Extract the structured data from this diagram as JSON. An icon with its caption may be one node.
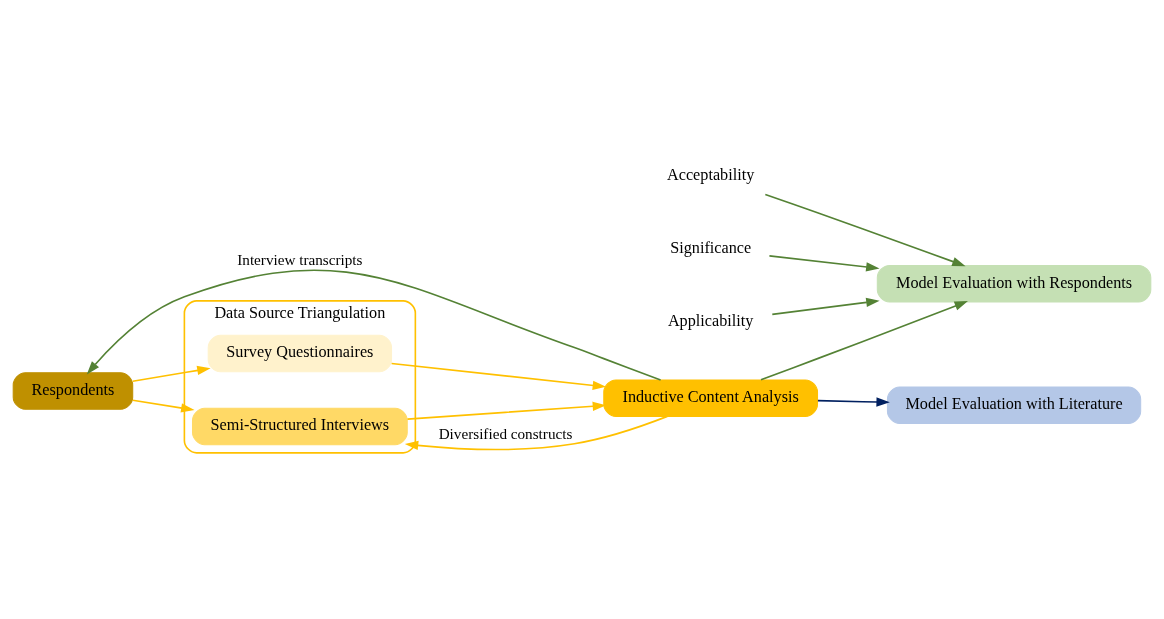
{
  "diagram": {
    "nodes": [
      {
        "text": [
          "Data Source Triangulation"
        ]
      },
      {
        "text": [
          "Survey Questionnaires"
        ],
        "in": 0
      },
      {
        "text": [
          "Semi-Structured Interviews"
        ],
        "in": 0
      },
      {
        "text": [
          "Inductive Content Analysis"
        ]
      },
      {
        "text": [
          "Model Evaluation with Literature"
        ]
      },
      {
        "text": [
          "Respondents"
        ]
      },
      {
        "text": [
          "Model Evaluation with Respondents"
        ]
      },
      {
        "text": [
          "Acceptability"
        ]
      },
      {
        "text": [
          "Significance"
        ]
      },
      {
        "text": [
          "Applicability"
        ]
      }
    ],
    "edges": [
      {
        "from": 1,
        "to": 3,
        "arrow": "to",
        "color": "#ffc000"
      },
      {
        "from": 2,
        "to": 3,
        "arrow": "to",
        "color": "#ffc000"
      },
      {
        "from": 3,
        "to": 2,
        "arrow": "to",
        "label": "Diversified constructs",
        "color": "#ffc000"
      },
      {
        "from": 3,
        "to": 4,
        "arrow": "to",
        "color": "#002060"
      },
      {
        "from": 3,
        "to": 5,
        "arrow": "to",
        "label": "Interview transcripts",
        "color": "#548235"
      },
      {
        "from": 3,
        "to": 6,
        "arrow": "to",
        "color": "#548235"
      },
      {
        "from": 5,
        "to": 1,
        "arrow": "to",
        "color": "#ffc000"
      },
      {
        "from": 5,
        "to": 2,
        "arrow": "to",
        "color": "#ffc000"
      },
      {
        "from": 7,
        "to": 6,
        "arrow": "to",
        "color": "#548235"
      },
      {
        "from": 8,
        "to": 6,
        "arrow": "to",
        "color": "#548235"
      },
      {
        "from": 9,
        "to": 6,
        "arrow": "to",
        "color": "#548235"
      }
    ]
  }
}
